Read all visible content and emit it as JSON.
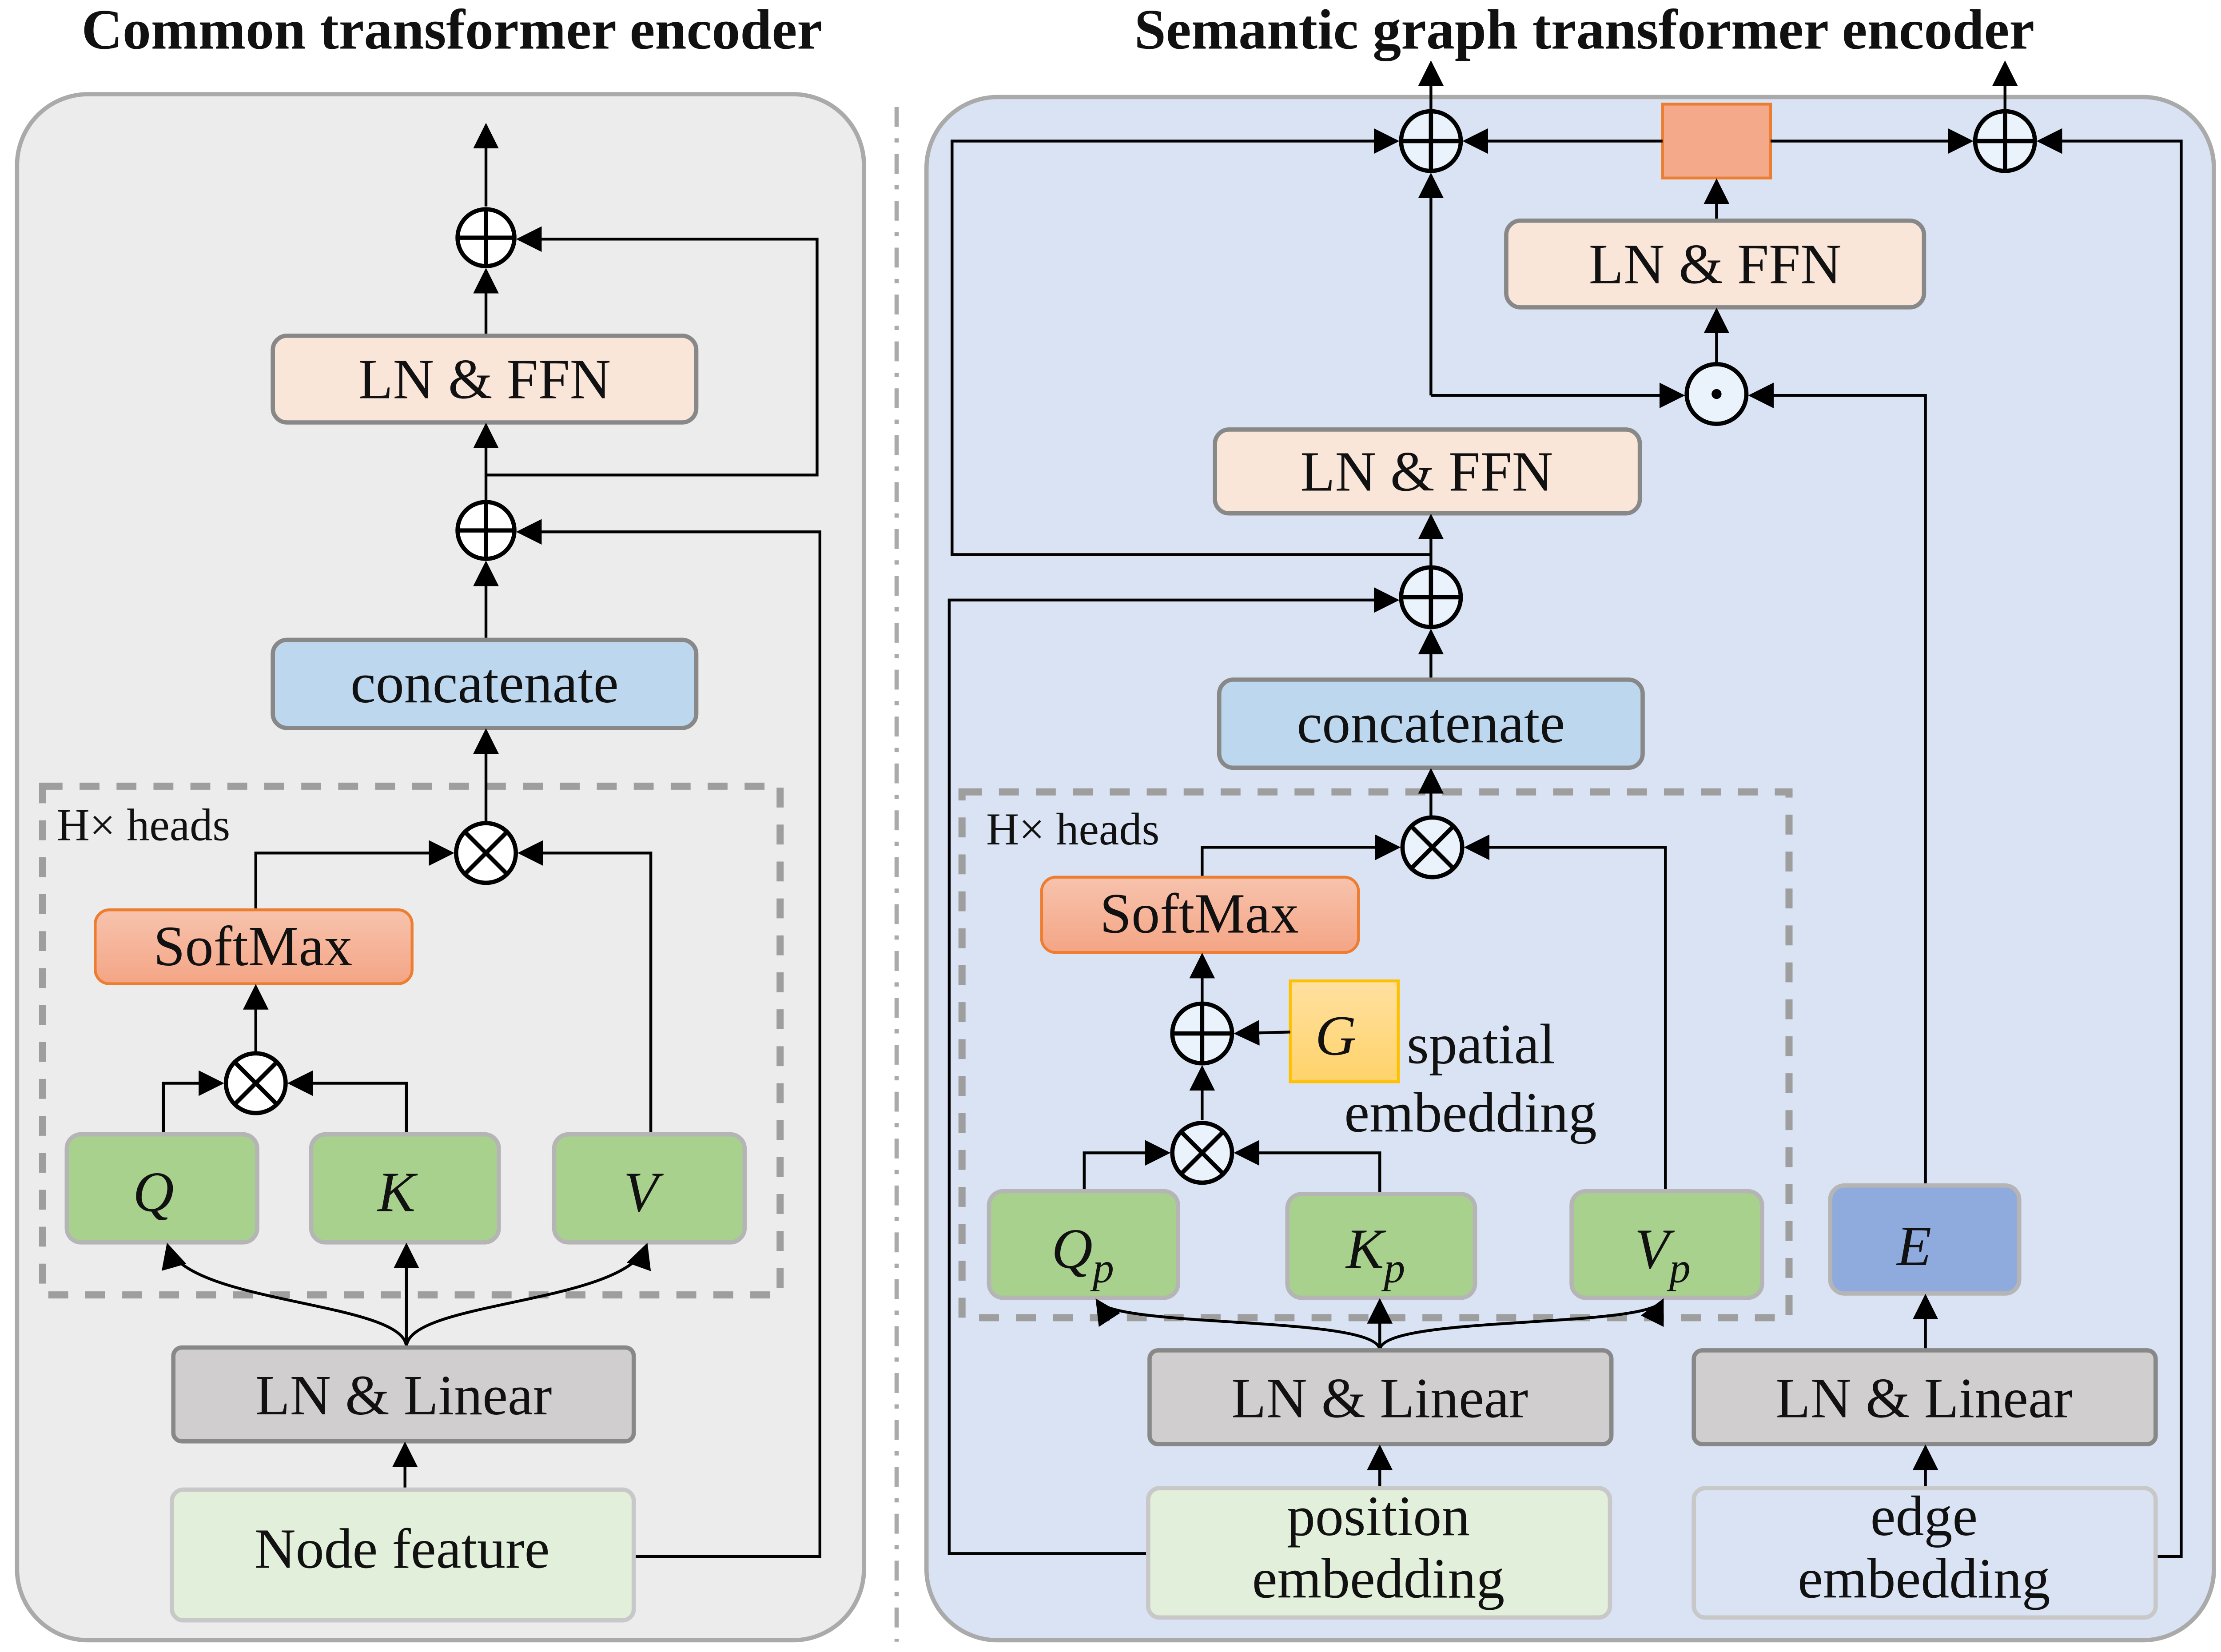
{
  "titles": {
    "left": "Common transformer encoder",
    "right": "Semantic graph transformer encoder"
  },
  "left": {
    "ln_ffn": "LN & FFN",
    "concatenate": "concatenate",
    "heads_label": "H× heads",
    "softmax": "SoftMax",
    "q": "Q",
    "k": "K",
    "v": "V",
    "ln_linear": "LN & Linear",
    "node_feature": "Node feature"
  },
  "right": {
    "ln_ffn_top": "LN & FFN",
    "ln_ffn_mid": "LN & FFN",
    "concatenate": "concatenate",
    "heads_label": "H× heads",
    "softmax": "SoftMax",
    "g": "G",
    "spatial_line1": "spatial",
    "spatial_line2": "embedding",
    "qp": "Q",
    "kp": "K",
    "vp": "V",
    "subscript": "p",
    "e": "E",
    "ln_linear_left": "LN & Linear",
    "ln_linear_right": "LN & Linear",
    "position_line1": "position",
    "position_line2": "embedding",
    "edge_line1": "edge",
    "edge_line2": "embedding"
  },
  "colors": {
    "left_panel": "#ececec",
    "right_panel": "#d9e3f3",
    "ffn": "#fae5d9",
    "concat": "#bdd7ee",
    "softmax": "#f4a98a",
    "qkv": "#a9d18e",
    "linear": "#d0cece",
    "input": "#e2efda",
    "edge_input": "#dae3f3",
    "e_box": "#8faadc",
    "g_box": "#ffd966",
    "gate_box": "#f4a98a"
  }
}
